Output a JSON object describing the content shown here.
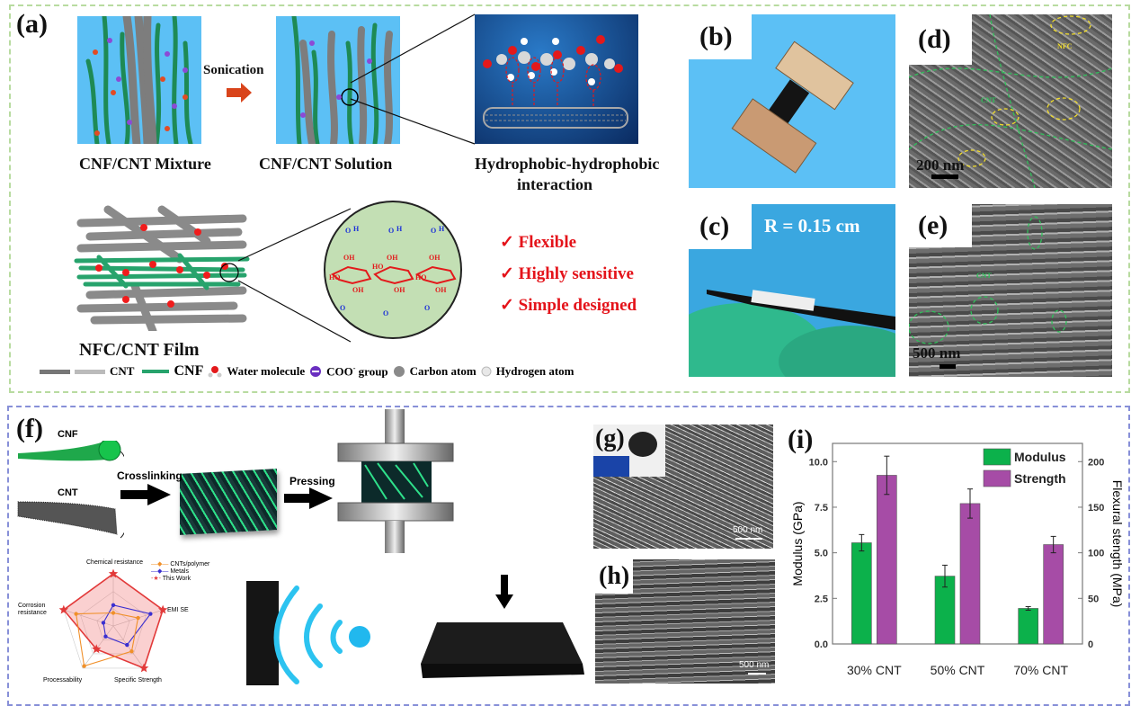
{
  "figure": {
    "panel_a": {
      "label": "(a)",
      "step1_caption": "CNF/CNT Mixture",
      "arrow_label": "Sonication",
      "step2_caption": "CNF/CNT Solution",
      "interaction_caption_line1": "Hydrophobic-hydrophobic",
      "interaction_caption_line2": "interaction",
      "film_caption": "NFC/CNT Film",
      "features": [
        "Flexible",
        "Highly sensitive",
        "Simple designed"
      ],
      "check_glyph": "✓",
      "legend": {
        "cnt": "CNT",
        "cnf": "CNF",
        "water": "Water molecule",
        "coo": "COO",
        "coo_sup": "-",
        "coo_suffix": " group",
        "carbon": "Carbon atom",
        "hydrogen": "Hydrogen atom"
      },
      "molecule_labels": {
        "oh": "OH",
        "ho": "HO",
        "o": "O",
        "h": "H"
      }
    },
    "panel_b": {
      "label": "(b)"
    },
    "panel_c": {
      "label": "(c)",
      "annotation": "R = 0.15 cm"
    },
    "panel_d": {
      "label": "(d)",
      "scale_bar": "200 nm",
      "tag_nfc": "NFC",
      "tag_cnt": "CNT"
    },
    "panel_e": {
      "label": "(e)",
      "scale_bar": "500 nm",
      "tag_cnt": "CNT"
    },
    "panel_f": {
      "label": "(f)",
      "cnf_label": "CNF",
      "cnt_label": "CNT",
      "step1": "Crosslinking",
      "step2": "Pressing",
      "radar": {
        "axes": [
          "Chemical resistance",
          "EMI SE",
          "Specific Strength",
          "Processability",
          "Corrosion resistance"
        ],
        "legend": [
          "CNTs/polymer",
          "Metals",
          "This Work"
        ],
        "series": [
          {
            "name": "CNTs/polymer",
            "values": [
              0.25,
              0.5,
              0.6,
              0.95,
              0.75
            ],
            "color": "#f0902a"
          },
          {
            "name": "Metals",
            "values": [
              0.4,
              0.75,
              0.45,
              0.25,
              0.2
            ],
            "color": "#3a2fd0"
          },
          {
            "name": "This Work",
            "values": [
              1.0,
              1.0,
              1.0,
              0.55,
              1.0
            ],
            "color": "#e23a3a"
          }
        ]
      }
    },
    "panel_g": {
      "label": "(g)",
      "scale_bar": "500 nm"
    },
    "panel_h": {
      "label": "(h)",
      "scale_bar": "500 nm"
    },
    "panel_i": {
      "label": "(i)"
    }
  },
  "chart_data": {
    "type": "bar",
    "categories": [
      "30% CNT",
      "50% CNT",
      "70% CNT"
    ],
    "series": [
      {
        "name": "Modulus",
        "axis": "left",
        "values": [
          5.55,
          3.72,
          1.95
        ],
        "errors": [
          0.45,
          0.6,
          0.1
        ],
        "color": "#0cb14b"
      },
      {
        "name": "Strength",
        "axis": "right",
        "values": [
          185,
          154,
          109
        ],
        "errors": [
          21,
          16,
          9
        ],
        "color": "#a64ca6"
      }
    ],
    "ylabel": "Modulus (GPa)",
    "y2label": "Flexural stength (MPa)",
    "ylim": [
      0,
      11
    ],
    "y2lim": [
      0,
      220
    ],
    "yticks": [
      "0.0",
      "2.5",
      "5.0",
      "7.5",
      "10.0"
    ],
    "y2ticks": [
      "0",
      "50",
      "100",
      "150",
      "200"
    ],
    "legend_position": "top-right",
    "grid": false
  }
}
